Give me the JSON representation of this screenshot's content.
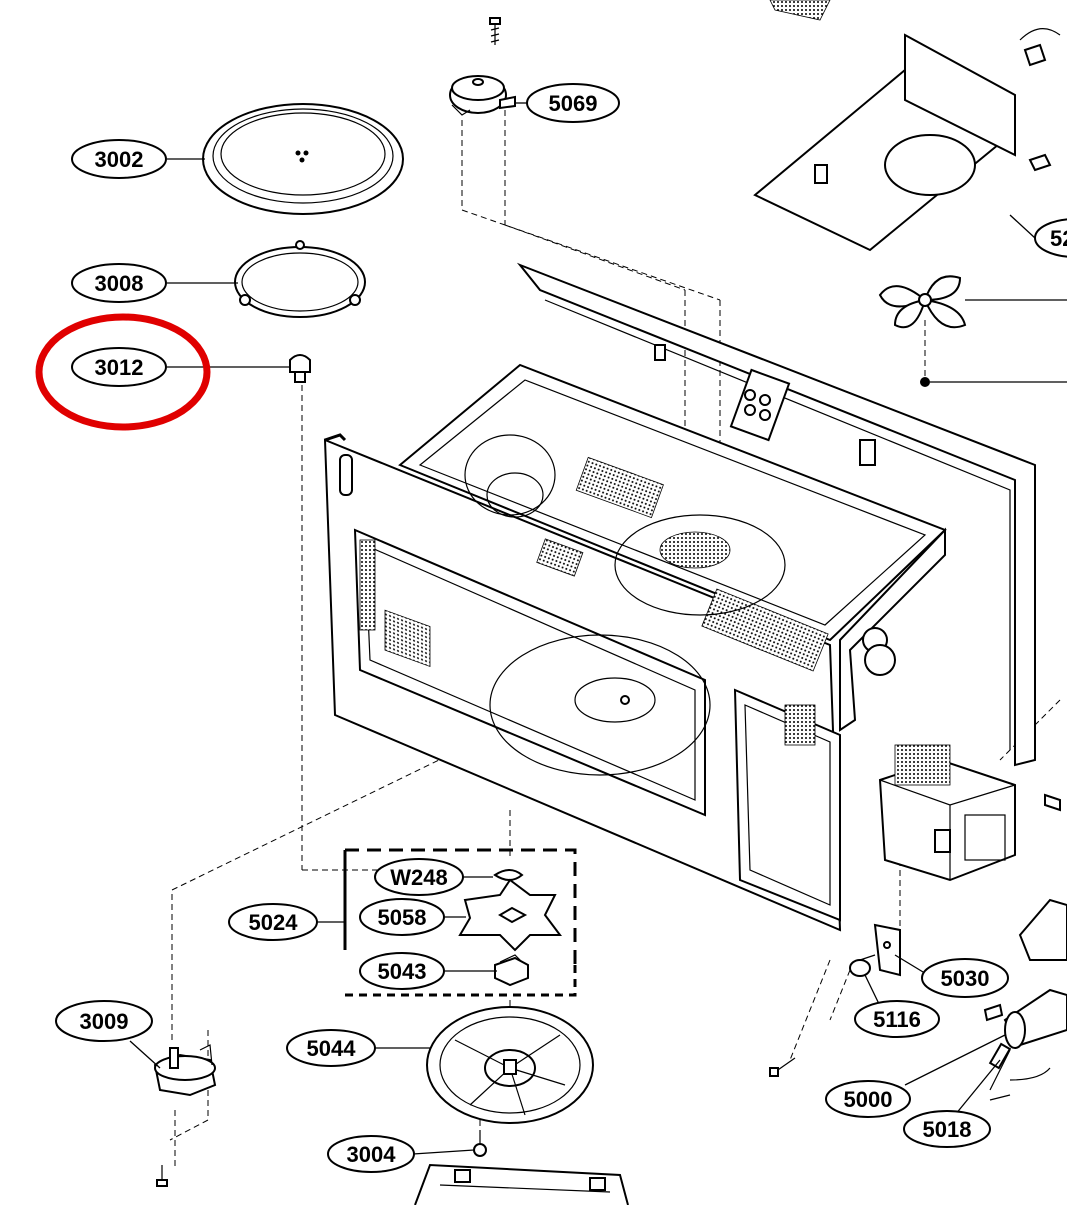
{
  "highlight_color": "#e00000",
  "callouts": [
    {
      "id": "3002",
      "text": "3002"
    },
    {
      "id": "3008",
      "text": "3008"
    },
    {
      "id": "3012",
      "text": "3012",
      "highlighted": true
    },
    {
      "id": "5069",
      "text": "5069"
    },
    {
      "id": "W248",
      "text": "W248"
    },
    {
      "id": "5058",
      "text": "5058"
    },
    {
      "id": "5024",
      "text": "5024"
    },
    {
      "id": "5043",
      "text": "5043"
    },
    {
      "id": "3009",
      "text": "3009"
    },
    {
      "id": "5044",
      "text": "5044"
    },
    {
      "id": "3004",
      "text": "3004"
    },
    {
      "id": "5030",
      "text": "5030"
    },
    {
      "id": "5116",
      "text": "5116"
    },
    {
      "id": "5000",
      "text": "5000"
    },
    {
      "id": "5018",
      "text": "5018"
    },
    {
      "id": "52",
      "text": "52"
    }
  ],
  "parts": [
    {
      "name": "turntable-glass-tray"
    },
    {
      "name": "roller-ring"
    },
    {
      "name": "coupler"
    },
    {
      "name": "turntable-motor"
    },
    {
      "name": "fan-motor"
    },
    {
      "name": "microwave-cavity"
    },
    {
      "name": "magnetron"
    },
    {
      "name": "stirrer-cover"
    },
    {
      "name": "stirrer-fan"
    },
    {
      "name": "thermal-fuse"
    },
    {
      "name": "mounting-screw"
    }
  ]
}
